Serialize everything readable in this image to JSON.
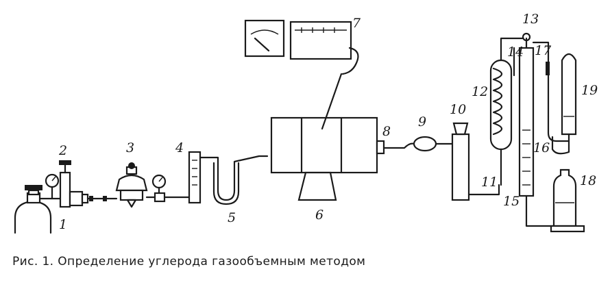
{
  "labels": {
    "n1": "1",
    "n2": "2",
    "n3": "3",
    "n4": "4",
    "n5": "5",
    "n6": "6",
    "n7": "7",
    "n8": "8",
    "n9": "9",
    "n10": "10",
    "n11": "11",
    "n12": "12",
    "n13": "13",
    "n14": "14",
    "n15": "15",
    "n16": "16",
    "n17": "17",
    "n18": "18",
    "n19": "19"
  },
  "caption": "Рис. 1. Определение углерода газообъемным методом"
}
